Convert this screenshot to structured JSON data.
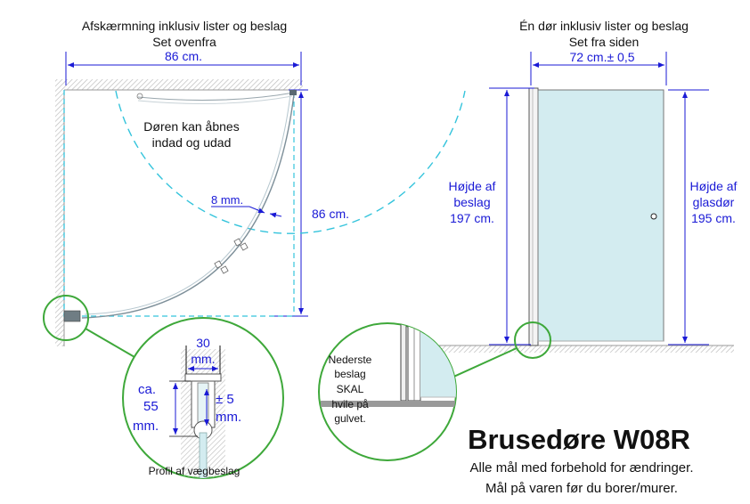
{
  "colors": {
    "dimension": "#1a1ad6",
    "swing_arc": "#35c4dc",
    "callout_circle": "#3ea83a",
    "glass": "#d3ecf0",
    "wall_hatch": "#c8c8c8"
  },
  "top_view": {
    "title_line1": "Afskærmning inklusiv lister og beslag",
    "title_line2": "Set ovenfra",
    "width_label": "86 cm.",
    "depth_label": "86 cm.",
    "swing_note_line1": "Døren kan åbnes",
    "swing_note_line2": "indad og udad",
    "glass_thickness_label": "8 mm."
  },
  "side_view": {
    "title_line1": "Én dør inklusiv lister og beslag",
    "title_line2": "Set fra siden",
    "width_label": "72  cm.± 0,5",
    "fitting_height_line1": "Højde af",
    "fitting_height_line2": "beslag",
    "fitting_height_line3": "197 cm.",
    "glass_height_line1": "Højde af",
    "glass_height_line2": "glasdør",
    "glass_height_line3": "195 cm."
  },
  "profile_detail": {
    "width_line1": "30",
    "width_line2": "mm.",
    "depth_line1": "ca.",
    "depth_line2": "55",
    "depth_line3": "mm.",
    "tolerance_line1": "± 5",
    "tolerance_line2": "mm.",
    "caption": "Profil af vægbeslag"
  },
  "floor_detail": {
    "note_line1": "Nederste",
    "note_line2": "beslag",
    "note_line3": "SKAL",
    "note_line4": "hvile på",
    "note_line5": "gulvet."
  },
  "product": {
    "title": "Brusedøre W08R",
    "disclaimer_line1": "Alle mål med forbehold for ændringer.",
    "disclaimer_line2": "Mål på varen før du borer/murer."
  },
  "icons": {
    "handle": "door-knob-icon",
    "arrowheads": "dimension-arrow-icon"
  }
}
